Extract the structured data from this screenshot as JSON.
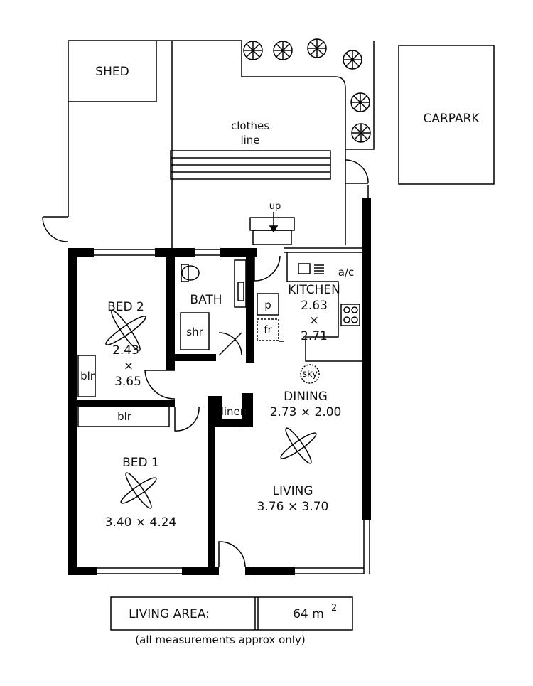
{
  "labels": {
    "shed": "SHED",
    "carpark": "CARPARK",
    "clothes_line_1": "clothes",
    "clothes_line_2": "line",
    "up": "up",
    "ac": "a/c",
    "kitchen": "KITCHEN",
    "kitchen_w": "2.63",
    "kitchen_x": "×",
    "kitchen_h": "2.71",
    "pantry": "p",
    "fridge": "fr",
    "bath": "BATH",
    "shower": "shr",
    "bed2": "BED 2",
    "bed2_w": "2.43",
    "bed2_x": "×",
    "bed2_h": "3.65",
    "blr_bed2": "blr",
    "blr_bed1": "blr",
    "sky": "sky",
    "dining": "DINING",
    "dining_dim": "2.73 × 2.00",
    "linen": "linen",
    "bed1": "BED 1",
    "bed1_dim": "3.40 × 4.24",
    "living": "LIVING",
    "living_dim": "3.76 × 3.70"
  },
  "area_box": {
    "label": "LIVING AREA:",
    "value": "64 m",
    "unit_sup": "2",
    "note": "(all measurements approx only)"
  }
}
